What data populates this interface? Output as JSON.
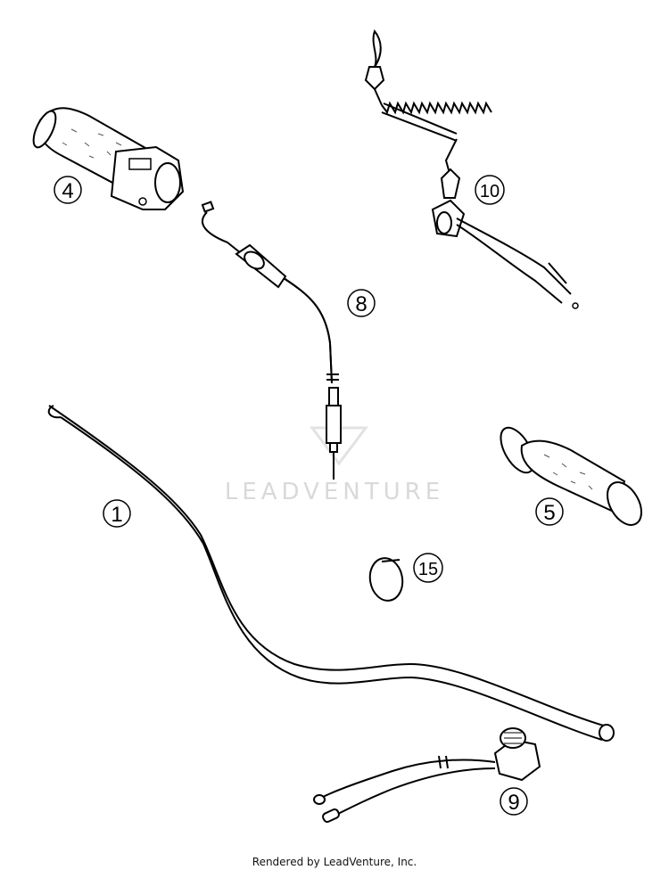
{
  "callouts": {
    "handlebar": "1",
    "throttle_grip": "4",
    "right_grip": "5",
    "throttle_cable": "8",
    "kill_switch": "9",
    "lanyard_switch": "10",
    "cable_tie": "15"
  },
  "watermark": "LEADVENTURE",
  "footer": "Rendered by LeadVenture, Inc."
}
